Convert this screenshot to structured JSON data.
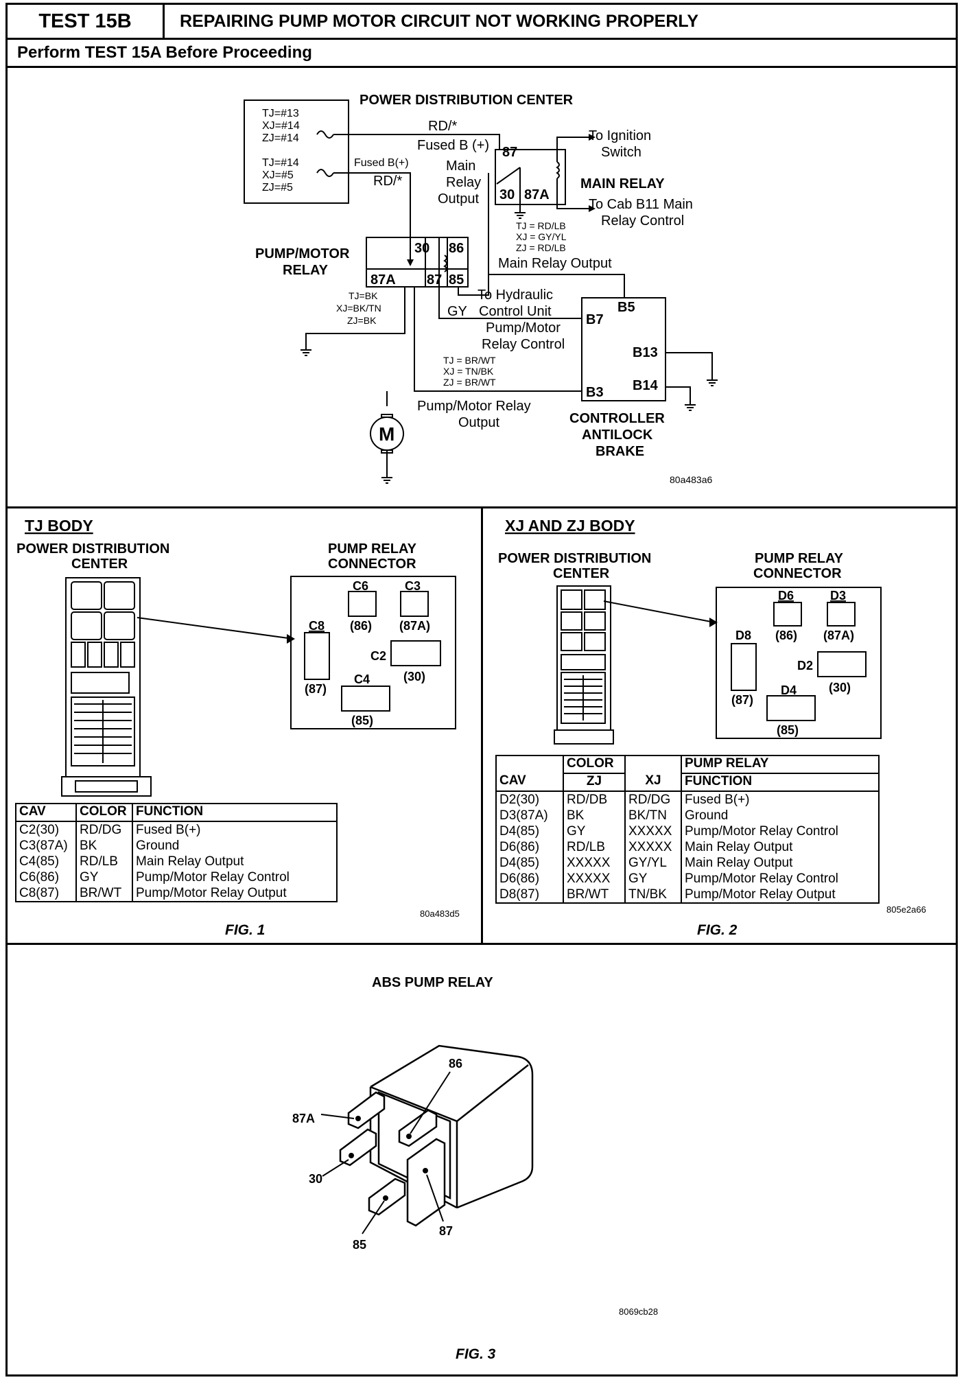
{
  "header": {
    "test_id": "TEST 15B",
    "title": "REPAIRING PUMP MOTOR CIRCUIT NOT WORKING PROPERLY",
    "subtitle": "Perform TEST 15A Before Proceeding"
  },
  "schematic": {
    "pdc_title": "POWER DISTRIBUTION CENTER",
    "fuse_labels_1": [
      "TJ=#13",
      "XJ=#14",
      "ZJ=#14"
    ],
    "fuse_labels_2": [
      "TJ=#14",
      "XJ=#5",
      "ZJ=#5"
    ],
    "rd_1": "RD/*",
    "fused_b_main": "Fused B (+)",
    "fused_b_pdc": "Fused B(+)",
    "rd_2": "RD/*",
    "main_relay_output": [
      "Main",
      "Relay",
      "Output"
    ],
    "pin_87": "87",
    "pin_30": "30",
    "pin_87a": "87A",
    "main_relay": "MAIN RELAY",
    "to_ignition": [
      "To Ignition",
      "Switch"
    ],
    "to_cab": [
      "To Cab B11 Main",
      "Relay Control"
    ],
    "main_relay_wire_codes": [
      "TJ = RD/LB",
      "XJ = GY/YL",
      "ZJ = RD/LB"
    ],
    "main_relay_output_line": "Main Relay Output",
    "pump_motor_relay": [
      "PUMP/MOTOR",
      "RELAY"
    ],
    "pmr_pin_30": "30",
    "pmr_pin_86": "86",
    "pmr_pin_87a": "87A",
    "pmr_pin_87": "87",
    "pmr_pin_85": "85",
    "ground_wire_codes": [
      "TJ=BK",
      "XJ=BK/TN",
      "ZJ=BK"
    ],
    "gy": "GY",
    "to_hydraulic": [
      "To Hydraulic",
      "Control Unit"
    ],
    "pmr_control": [
      "Pump/Motor",
      "Relay Control"
    ],
    "b7": "B7",
    "b5": "B5",
    "b13": "B13",
    "b14": "B14",
    "b3": "B3",
    "motor_wire_codes": [
      "TJ = BR/WT",
      "XJ = TN/BK",
      "ZJ = BR/WT"
    ],
    "pmr_output": [
      "Pump/Motor Relay",
      "Output"
    ],
    "motor": "M",
    "controller": [
      "CONTROLLER",
      "ANTILOCK",
      "BRAKE"
    ],
    "ref_code": "80a483a6"
  },
  "fig1": {
    "section_title": "TJ BODY",
    "pdc_label": [
      "POWER DISTRIBUTION",
      "CENTER"
    ],
    "connector_label": [
      "PUMP RELAY",
      "CONNECTOR"
    ],
    "cavities": [
      {
        "id": "C6",
        "fn": "(86)"
      },
      {
        "id": "C3",
        "fn": "(87A)"
      },
      {
        "id": "C8",
        "fn": "(87)"
      },
      {
        "id": "C2",
        "fn": "(30)"
      },
      {
        "id": "C4",
        "fn": "(85)"
      }
    ],
    "table_headers": [
      "CAV",
      "COLOR",
      "FUNCTION"
    ],
    "cav": [
      "C2(30)",
      "C3(87A)",
      "C4(85)",
      "C6(86)",
      "C8(87)"
    ],
    "color": [
      "RD/DG",
      "BK",
      "RD/LB",
      "GY",
      "BR/WT"
    ],
    "function": [
      "Fused B(+)",
      "Ground",
      "Main Relay Output",
      "Pump/Motor Relay Control",
      "Pump/Motor Relay Output"
    ],
    "ref_code": "80a483d5",
    "caption": "FIG. 1"
  },
  "fig2": {
    "section_title": "XJ AND ZJ BODY",
    "pdc_label": [
      "POWER DISTRIBUTION",
      "CENTER"
    ],
    "connector_label": [
      "PUMP RELAY",
      "CONNECTOR"
    ],
    "cavities": [
      {
        "id": "D6",
        "fn": "(86)"
      },
      {
        "id": "D3",
        "fn": "(87A)"
      },
      {
        "id": "D8",
        "fn": "(87)"
      },
      {
        "id": "D2",
        "fn": "(30)"
      },
      {
        "id": "D4",
        "fn": "(85)"
      }
    ],
    "table_headers": [
      "COLOR",
      "PUMP RELAY",
      "CAV",
      "ZJ",
      "XJ",
      "FUNCTION"
    ],
    "cav": [
      "D2(30)",
      "D3(87A)",
      "D4(85)",
      "D6(86)",
      "D4(85)",
      "D6(86)",
      "D8(87)"
    ],
    "zj": [
      "RD/DB",
      "BK",
      "GY",
      "RD/LB",
      "XXXXX",
      "XXXXX",
      "BR/WT"
    ],
    "xj": [
      "RD/DG",
      "BK/TN",
      "XXXXX",
      "XXXXX",
      "GY/YL",
      "GY",
      "TN/BK"
    ],
    "function": [
      "Fused B(+)",
      "Ground",
      "Pump/Motor Relay Control",
      "Main Relay Output",
      "Main Relay Output",
      "Pump/Motor Relay Control",
      "Pump/Motor Relay Output"
    ],
    "ref_code": "805e2a66",
    "caption": "FIG. 2"
  },
  "fig3": {
    "title": "ABS PUMP RELAY",
    "pins": {
      "p87a": "87A",
      "p86": "86",
      "p30": "30",
      "p85": "85",
      "p87": "87"
    },
    "ref_code": "8069cb28",
    "caption": "FIG. 3"
  }
}
